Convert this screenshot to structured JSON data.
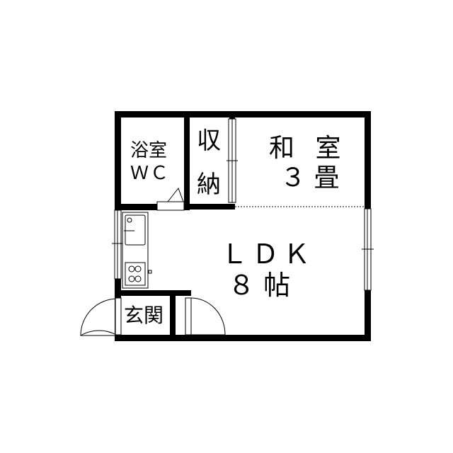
{
  "rooms": {
    "bath": {
      "line1": "浴室",
      "line2": "ＷＣ"
    },
    "storage": {
      "char1": "収",
      "char2": "納"
    },
    "washitsu": {
      "name": "和 室",
      "size": "３ 畳"
    },
    "ldk": {
      "name": "ＬＤＫ",
      "size": "８ 帖"
    },
    "genkan": {
      "name": "玄関"
    }
  },
  "colors": {
    "wall": "#000000",
    "background": "#ffffff"
  }
}
